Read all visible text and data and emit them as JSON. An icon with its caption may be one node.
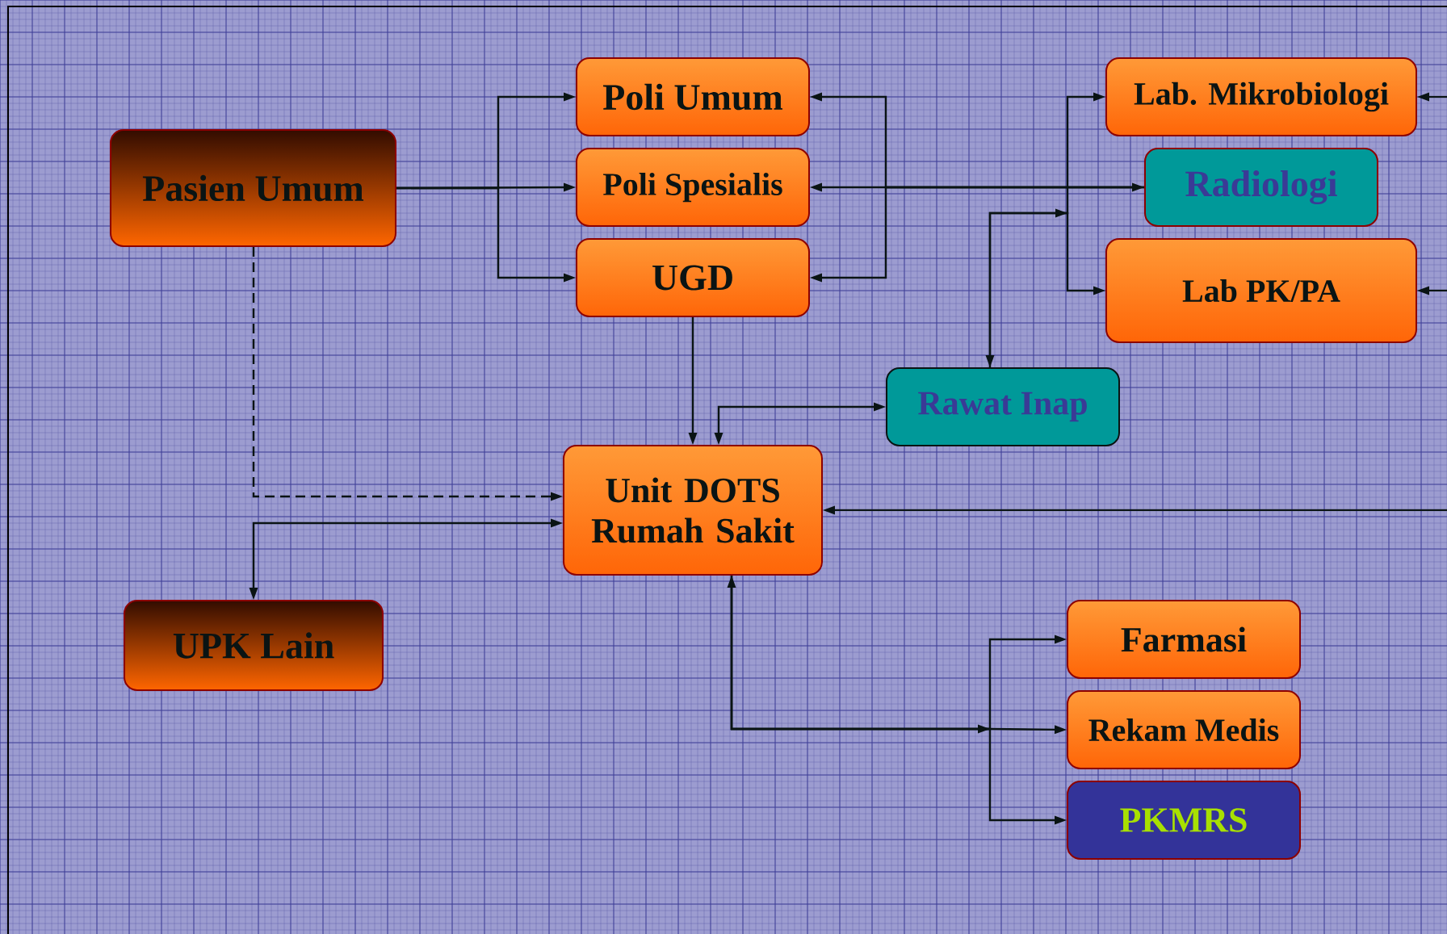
{
  "diagram": {
    "nodes": [
      {
        "text": [
          "Pasien Umum"
        ]
      },
      {
        "text": [
          "Poli Umum"
        ]
      },
      {
        "text": [
          "Poli Spesialis"
        ]
      },
      {
        "text": [
          "UGD"
        ]
      },
      {
        "text": [
          "Lab. Mikrobiologi"
        ]
      },
      {
        "text": [
          "Radiologi"
        ]
      },
      {
        "text": [
          "Lab PK/PA"
        ]
      },
      {
        "text": [
          "Rawat Inap"
        ]
      },
      {
        "text": [
          "Unit DOTS Rumah Sakit"
        ]
      },
      {
        "text": [
          "UPK Lain"
        ]
      },
      {
        "text": [
          "Farmasi"
        ]
      },
      {
        "text": [
          "Rekam Medis"
        ]
      },
      {
        "text": [
          "PKMRS"
        ]
      }
    ],
    "edges": [
      {
        "from": 0,
        "to": 1,
        "arrow": "to"
      },
      {
        "from": 0,
        "to": 2,
        "arrow": "to"
      },
      {
        "from": 0,
        "to": 3,
        "arrow": "to"
      },
      {
        "from": 2,
        "to": 5,
        "arrow": "both"
      },
      {
        "from": 5,
        "to": 1,
        "arrow": "to"
      },
      {
        "from": 5,
        "to": 3,
        "arrow": "to"
      },
      {
        "from": 7,
        "to": 4,
        "arrow": "both"
      },
      {
        "from": 7,
        "to": 6,
        "arrow": "to"
      },
      {
        "from": 3,
        "to": 8,
        "arrow": "to"
      },
      {
        "from": 7,
        "to": 8,
        "arrow": "both"
      },
      {
        "from": 0,
        "to": 8,
        "arrow": "to",
        "style": "dashed"
      },
      {
        "from": 8,
        "to": 9,
        "arrow": "both"
      },
      {
        "from": null,
        "to": 4,
        "arrow": "to"
      },
      {
        "from": null,
        "to": 6,
        "arrow": "to"
      },
      {
        "from": null,
        "to": 8,
        "arrow": "to"
      },
      {
        "from": 8,
        "to": 10,
        "arrow": "to"
      },
      {
        "from": 8,
        "to": 11,
        "arrow": "both"
      },
      {
        "from": 8,
        "to": 12,
        "arrow": "to"
      }
    ]
  }
}
